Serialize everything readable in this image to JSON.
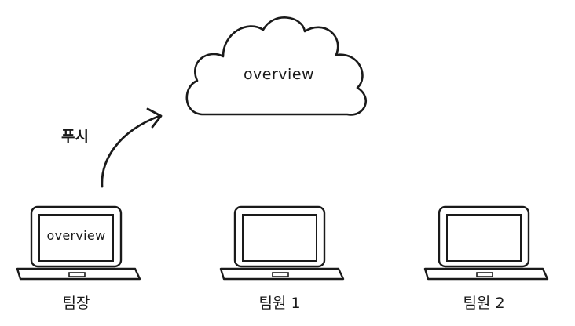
{
  "cloud": {
    "label": "overview"
  },
  "push_arrow": {
    "label": "푸시"
  },
  "laptops": [
    {
      "caption": "팀장",
      "screen_text": "overview"
    },
    {
      "caption": "팀원 1",
      "screen_text": ""
    },
    {
      "caption": "팀원 2",
      "screen_text": ""
    }
  ]
}
